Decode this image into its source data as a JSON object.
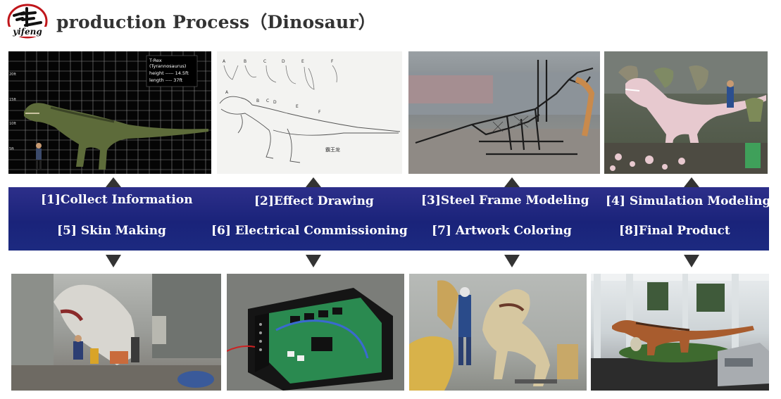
{
  "header": {
    "title": "production Process（Dinosaur）",
    "logo_text": "yifeng"
  },
  "top_row": {
    "trex_info": {
      "line1": "T-Rex",
      "line2": "(Tyrannosaurus)",
      "line3": "height ----- 14.5ft",
      "line4": "length ---- 37ft",
      "axis_labels": [
        "20ft",
        "15ft",
        "10ft",
        "5ft"
      ]
    },
    "sketch_letters": [
      "A",
      "B",
      "C",
      "D",
      "E",
      "F",
      "A",
      "B",
      "C",
      "D",
      "E",
      "F"
    ],
    "sketch_caption": "霸王龙"
  },
  "steps": [
    {
      "label": "[1]Collect Information"
    },
    {
      "label": "[2]Effect Drawing"
    },
    {
      "label": "[3]Steel Frame  Modeling"
    },
    {
      "label": "[4] Simulation Modeling"
    },
    {
      "label": "[5] Skin Making"
    },
    {
      "label": "[6] Electrical Commissioning"
    },
    {
      "label": "[7] Artwork Coloring"
    },
    {
      "label": "[8]Final Product"
    }
  ],
  "colors": {
    "band": "#1a237a",
    "arrow": "#333333",
    "logo_red": "#c0161b"
  }
}
